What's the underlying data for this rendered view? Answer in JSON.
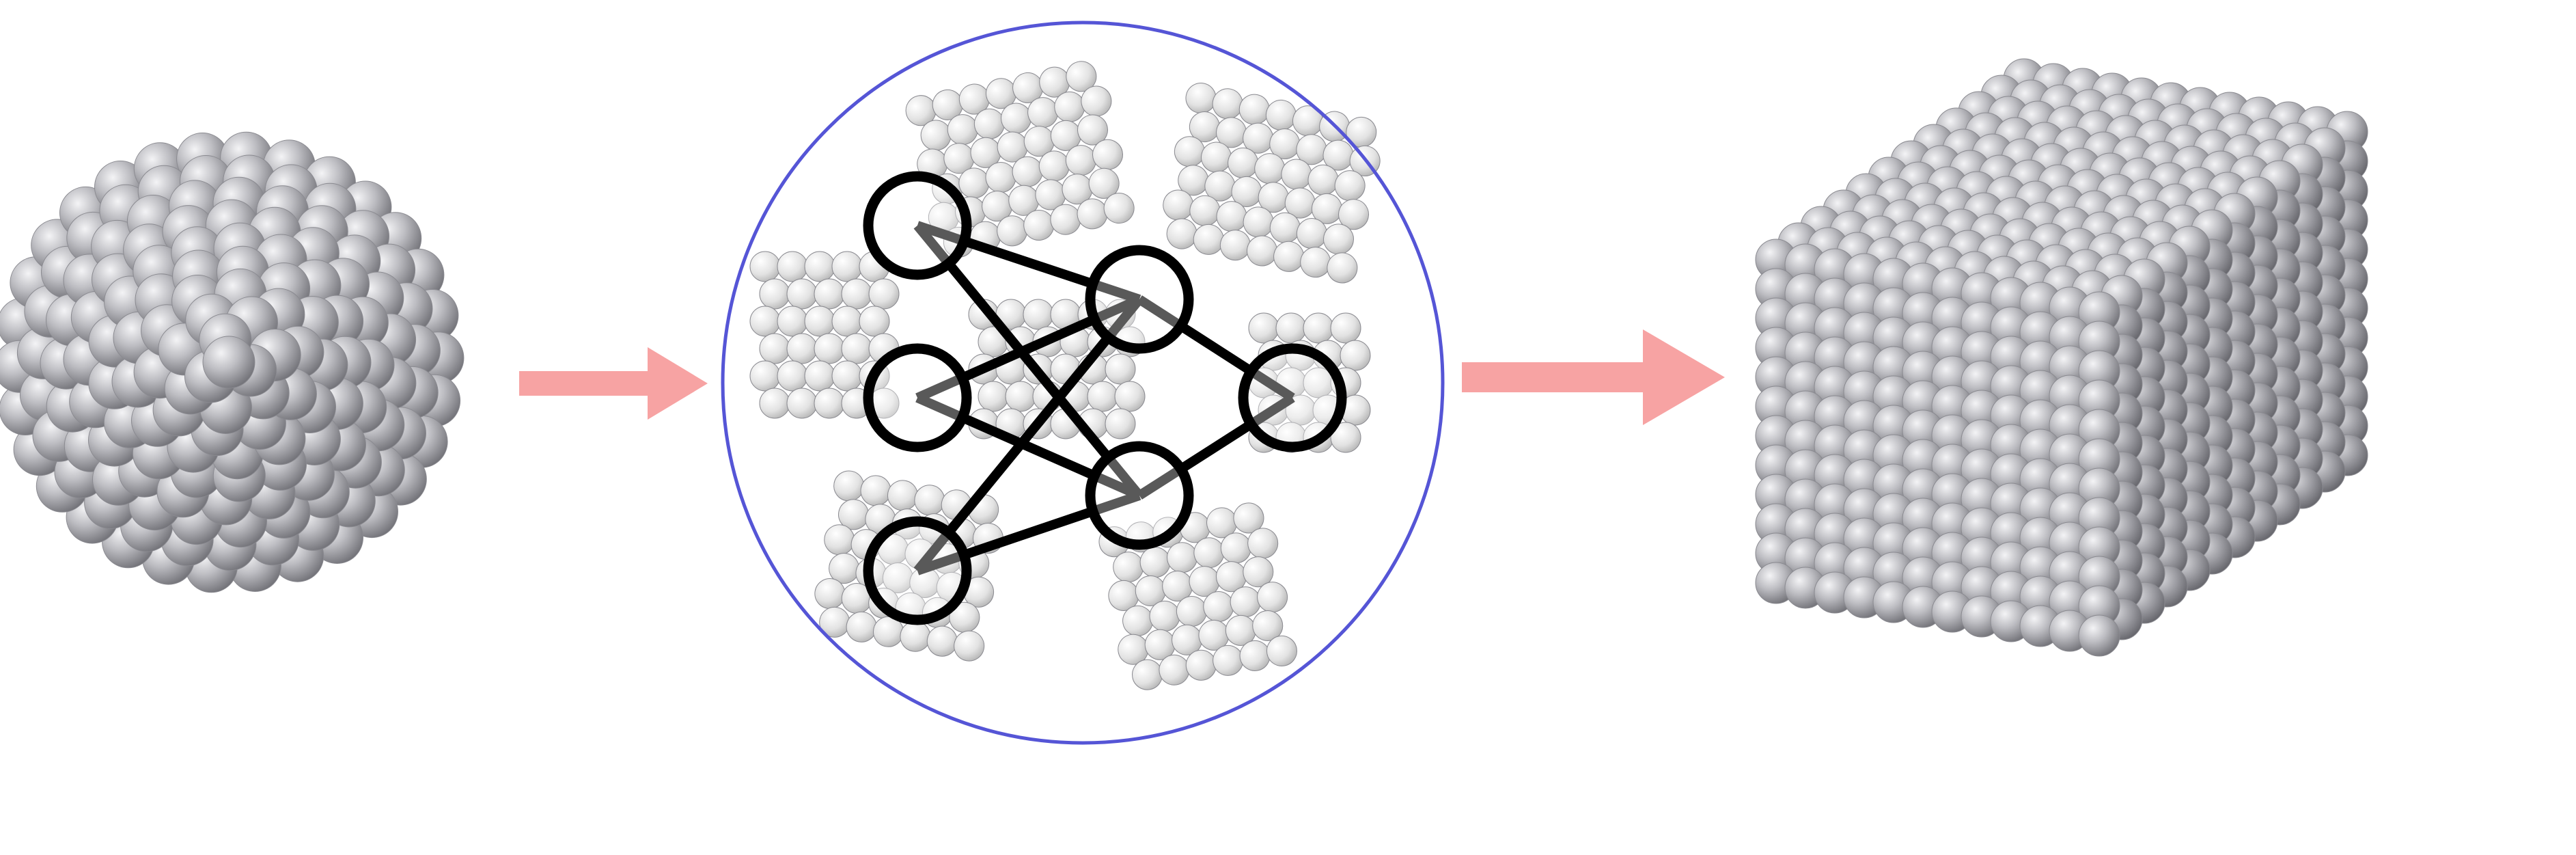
{
  "diagram": {
    "nodes": [
      {
        "id": "small-cluster",
        "kind": "atomic-cluster",
        "shape": "icosahedral-sphere"
      },
      {
        "id": "neural-network-panel",
        "kind": "model",
        "contains": [
          "cluster-fragments",
          "neural-network"
        ]
      },
      {
        "id": "large-cluster",
        "kind": "atomic-cluster",
        "shape": "cube"
      }
    ],
    "edges": [
      {
        "from": "small-cluster",
        "to": "neural-network-panel"
      },
      {
        "from": "neural-network-panel",
        "to": "large-cluster"
      }
    ],
    "network": {
      "neurons": [
        "in-1",
        "in-2",
        "in-3",
        "hid-1",
        "hid-2",
        "out-1"
      ],
      "connections": [
        [
          "in-1",
          "hid-1"
        ],
        [
          "in-1",
          "hid-2"
        ],
        [
          "in-2",
          "hid-1"
        ],
        [
          "in-2",
          "hid-2"
        ],
        [
          "in-3",
          "hid-1"
        ],
        [
          "in-3",
          "hid-2"
        ],
        [
          "hid-1",
          "out-1"
        ],
        [
          "hid-2",
          "out-1"
        ]
      ]
    }
  },
  "colors": {
    "arrow": "#f7a3a3",
    "panel_border": "#5555d6",
    "atom_light": "#f4f4f6",
    "atom_mid": "#bdbdc2",
    "atom_dark": "#6e6e74",
    "fragment_light": "#fbfbfb",
    "fragment_dark": "#c8c8c8",
    "neuron_stroke": "#000000"
  }
}
